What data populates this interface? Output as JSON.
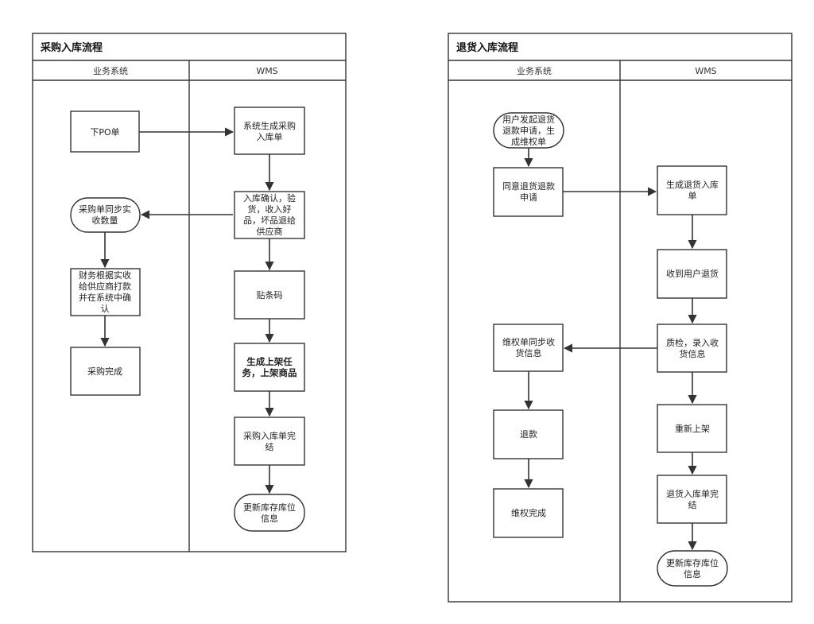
{
  "diagrams": [
    {
      "title": "采购入库流程",
      "lanes": [
        "业务系统",
        "WMS"
      ],
      "nodes": [
        {
          "id": "p1",
          "lines": [
            "下PO单"
          ]
        },
        {
          "id": "p2",
          "lines": [
            "系统生成采购",
            "入库单"
          ]
        },
        {
          "id": "p3",
          "lines": [
            "入库确认，验",
            "货，收入好",
            "品，坏品退给",
            "供应商"
          ]
        },
        {
          "id": "p4",
          "lines": [
            "采购单同步实",
            "收数量"
          ]
        },
        {
          "id": "p5",
          "lines": [
            "财务根据实收",
            "给供应商打款",
            "并在系统中确",
            "认"
          ]
        },
        {
          "id": "p6",
          "lines": [
            "贴条码"
          ]
        },
        {
          "id": "p7",
          "lines": [
            "生成上架任",
            "务，上架商品"
          ]
        },
        {
          "id": "p8",
          "lines": [
            "采购完成"
          ]
        },
        {
          "id": "p9",
          "lines": [
            "采购入库单完",
            "结"
          ]
        },
        {
          "id": "p10",
          "lines": [
            "更新库存库位",
            "信息"
          ]
        }
      ]
    },
    {
      "title": "退货入库流程",
      "lanes": [
        "业务系统",
        "WMS"
      ],
      "nodes": [
        {
          "id": "r1",
          "lines": [
            "用户发起退货",
            "退款申请，生",
            "成维权单"
          ]
        },
        {
          "id": "r2",
          "lines": [
            "同意退货退款",
            "申请"
          ]
        },
        {
          "id": "r3",
          "lines": [
            "生成退货入库",
            "单"
          ]
        },
        {
          "id": "r4",
          "lines": [
            "收到用户退货"
          ]
        },
        {
          "id": "r5",
          "lines": [
            "维权单同步收",
            "货信息"
          ]
        },
        {
          "id": "r6",
          "lines": [
            "质检，录入收",
            "货信息"
          ]
        },
        {
          "id": "r7",
          "lines": [
            "退款"
          ]
        },
        {
          "id": "r8",
          "lines": [
            "重新上架"
          ]
        },
        {
          "id": "r9",
          "lines": [
            "维权完成"
          ]
        },
        {
          "id": "r10",
          "lines": [
            "退货入库单完",
            "结"
          ]
        },
        {
          "id": "r11",
          "lines": [
            "更新库存库位",
            "信息"
          ]
        }
      ]
    }
  ]
}
